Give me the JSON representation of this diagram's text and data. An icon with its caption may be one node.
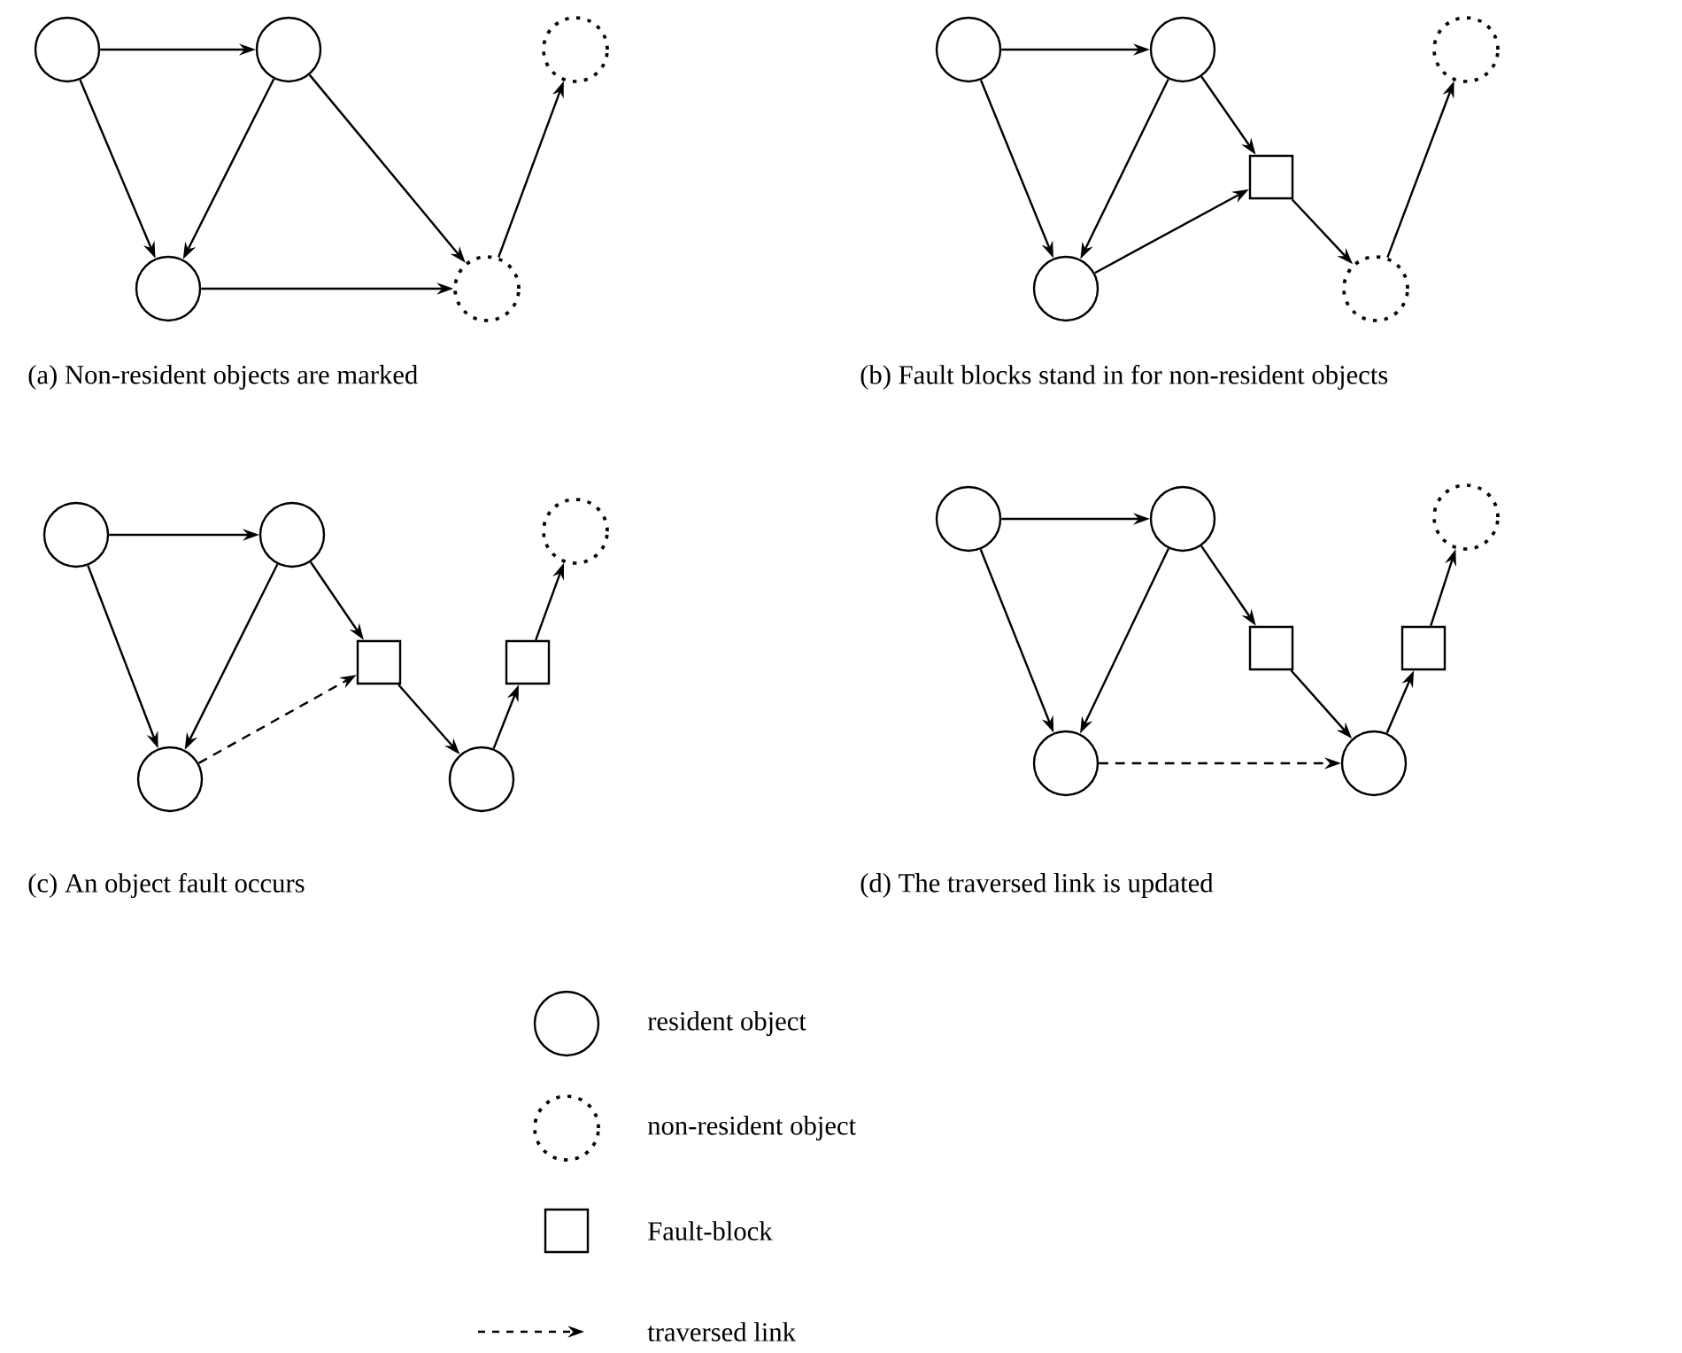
{
  "diagram": {
    "nodes": [
      {
        "text": [],
        "shape": "circle"
      },
      {
        "text": [],
        "shape": "circle"
      },
      {
        "text": [],
        "shape": "circle"
      },
      {
        "text": [],
        "shape": "dotted-circle"
      },
      {
        "text": [],
        "shape": "dotted-circle"
      },
      {
        "text": [],
        "shape": "circle"
      },
      {
        "text": [],
        "shape": "circle"
      },
      {
        "text": [],
        "shape": "circle"
      },
      {
        "text": [],
        "shape": "box"
      },
      {
        "text": [],
        "shape": "dotted-circle"
      },
      {
        "text": [],
        "shape": "dotted-circle"
      },
      {
        "text": [],
        "shape": "circle"
      },
      {
        "text": [],
        "shape": "circle"
      },
      {
        "text": [],
        "shape": "dotted-circle"
      },
      {
        "text": [],
        "shape": "box"
      },
      {
        "text": [],
        "shape": "box"
      },
      {
        "text": [],
        "shape": "circle"
      },
      {
        "text": [],
        "shape": "circle"
      },
      {
        "text": [],
        "shape": "circle"
      },
      {
        "text": [],
        "shape": "circle"
      },
      {
        "text": [],
        "shape": "dotted-circle"
      },
      {
        "text": [],
        "shape": "box"
      },
      {
        "text": [],
        "shape": "box"
      },
      {
        "text": [],
        "shape": "circle"
      },
      {
        "text": [],
        "shape": "circle"
      }
    ],
    "edges": [
      {
        "from": 0,
        "to": 1,
        "arrow": "to"
      },
      {
        "from": 0,
        "to": 2,
        "arrow": "to"
      },
      {
        "from": 1,
        "to": 2,
        "arrow": "to"
      },
      {
        "from": 1,
        "to": 3,
        "arrow": "to"
      },
      {
        "from": 2,
        "to": 3,
        "arrow": "to"
      },
      {
        "from": 3,
        "to": 4,
        "arrow": "to"
      },
      {
        "from": 5,
        "to": 6,
        "arrow": "to"
      },
      {
        "from": 5,
        "to": 7,
        "arrow": "to"
      },
      {
        "from": 6,
        "to": 7,
        "arrow": "to"
      },
      {
        "from": 6,
        "to": 8,
        "arrow": "to"
      },
      {
        "from": 7,
        "to": 8,
        "arrow": "to"
      },
      {
        "from": 8,
        "to": 9,
        "arrow": "to"
      },
      {
        "from": 9,
        "to": 10,
        "arrow": "to"
      },
      {
        "from": 11,
        "to": 12,
        "arrow": "to"
      },
      {
        "from": 11,
        "to": 16,
        "arrow": "to"
      },
      {
        "from": 12,
        "to": 16,
        "arrow": "to"
      },
      {
        "from": 12,
        "to": 14,
        "arrow": "to"
      },
      {
        "from": 16,
        "to": 14,
        "arrow": "to",
        "style": "dashed"
      },
      {
        "from": 14,
        "to": 17,
        "arrow": "to"
      },
      {
        "from": 17,
        "to": 15,
        "arrow": "to"
      },
      {
        "from": 15,
        "to": 13,
        "arrow": "to"
      },
      {
        "from": 18,
        "to": 19,
        "arrow": "to"
      },
      {
        "from": 18,
        "to": 23,
        "arrow": "to"
      },
      {
        "from": 19,
        "to": 23,
        "arrow": "to"
      },
      {
        "from": 19,
        "to": 21,
        "arrow": "to"
      },
      {
        "from": 21,
        "to": 24,
        "arrow": "to"
      },
      {
        "from": 24,
        "to": 22,
        "arrow": "to"
      },
      {
        "from": 22,
        "to": 20,
        "arrow": "to"
      },
      {
        "from": 23,
        "to": 24,
        "arrow": "to",
        "style": "dashed"
      }
    ],
    "labels": [
      "(a) Non-resident objects are marked",
      "(b) Fault blocks stand in for non-resident objects",
      "(c) An object fault occurs",
      "(d) The traversed link is updated"
    ],
    "legend": [
      {
        "text": "resident object"
      },
      {
        "text": "non-resident object"
      },
      {
        "text": "Fault-block"
      },
      {
        "text": "traversed link"
      }
    ]
  }
}
